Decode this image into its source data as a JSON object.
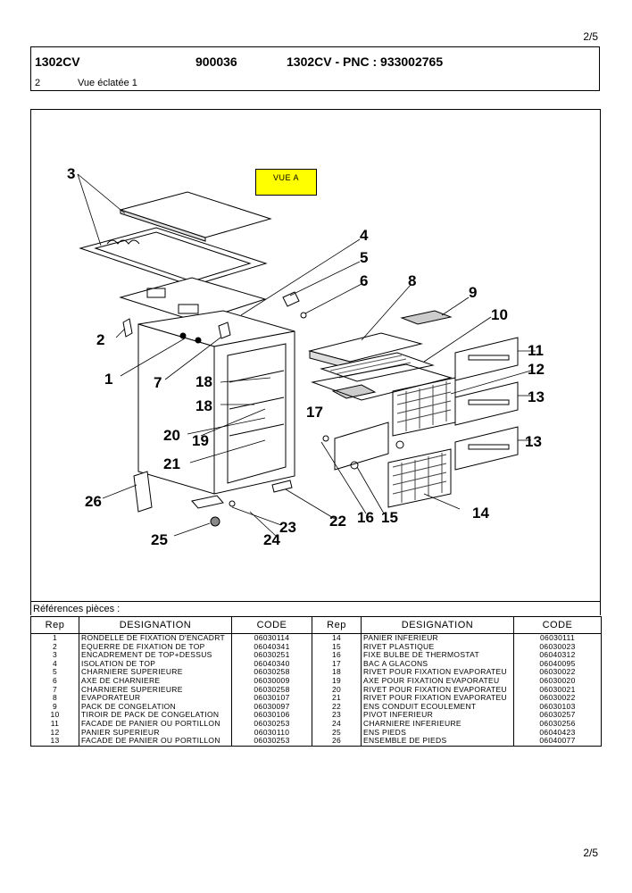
{
  "page": {
    "number": "2/5"
  },
  "header": {
    "model": "1302CV",
    "number": "900036",
    "pnc": "1302CV - PNC : 933002765",
    "section_no": "2",
    "section_title": "Vue éclatée 1"
  },
  "drawing": {
    "view_label": "VUE A",
    "callouts": [
      "3",
      "4",
      "5",
      "6",
      "8",
      "9",
      "10",
      "2",
      "1",
      "7",
      "18",
      "18",
      "17",
      "11",
      "12",
      "13",
      "20",
      "19",
      "21",
      "13",
      "26",
      "14",
      "16",
      "15",
      "22",
      "23",
      "25",
      "24"
    ]
  },
  "references": {
    "title": "Références pièces  :",
    "headers": {
      "rep": "Rep",
      "designation": "DESIGNATION",
      "code": "CODE"
    },
    "rows": [
      {
        "rep1": "1",
        "des1": "RONDELLE DE FIXATION D'ENCADRT",
        "code1": "06030114",
        "rep2": "14",
        "des2": "PANIER INFERIEUR",
        "code2": "06030111"
      },
      {
        "rep1": "2",
        "des1": "EQUERRE DE FIXATION DE TOP",
        "code1": "06040341",
        "rep2": "15",
        "des2": "RIVET PLASTIQUE",
        "code2": "06030023"
      },
      {
        "rep1": "3",
        "des1": "ENCADREMENT DE TOP+DESSUS",
        "code1": "06030251",
        "rep2": "16",
        "des2": "FIXE BULBE DE THERMOSTAT",
        "code2": "06040312"
      },
      {
        "rep1": "4",
        "des1": "ISOLATION DE TOP",
        "code1": "06040340",
        "rep2": "17",
        "des2": "BAC A GLACONS",
        "code2": "06040095"
      },
      {
        "rep1": "5",
        "des1": "CHARNIERE SUPERIEURE",
        "code1": "06030258",
        "rep2": "18",
        "des2": "RIVET POUR FIXATION EVAPORATEU",
        "code2": "06030022"
      },
      {
        "rep1": "6",
        "des1": "AXE DE CHARNIERE",
        "code1": "06030009",
        "rep2": "19",
        "des2": "AXE POUR FIXATION EVAPORATEU",
        "code2": "06030020"
      },
      {
        "rep1": "7",
        "des1": "CHARNIERE SUPERIEURE",
        "code1": "06030258",
        "rep2": "20",
        "des2": "RIVET POUR FIXATION EVAPORATEU",
        "code2": "06030021"
      },
      {
        "rep1": "8",
        "des1": "EVAPORATEUR",
        "code1": "06030107",
        "rep2": "21",
        "des2": "RIVET POUR FIXATION EVAPORATEU",
        "code2": "06030022"
      },
      {
        "rep1": "9",
        "des1": "PACK DE CONGELATION",
        "code1": "06030097",
        "rep2": "22",
        "des2": "ENS CONDUIT ECOULEMENT",
        "code2": "06030103"
      },
      {
        "rep1": "10",
        "des1": "TIROIR DE PACK DE CONGELATION",
        "code1": "06030106",
        "rep2": "23",
        "des2": "PIVOT INFERIEUR",
        "code2": "06030257"
      },
      {
        "rep1": "11",
        "des1": "FACADE DE PANIER OU PORTILLON",
        "code1": "06030253",
        "rep2": "24",
        "des2": "CHARNIERE INFERIEURE",
        "code2": "06030256"
      },
      {
        "rep1": "12",
        "des1": "PANIER SUPERIEUR",
        "code1": "06030110",
        "rep2": "25",
        "des2": "ENS PIEDS",
        "code2": "06040423"
      },
      {
        "rep1": "13",
        "des1": "FACADE DE PANIER OU PORTILLON",
        "code1": "06030253",
        "rep2": "26",
        "des2": "ENSEMBLE DE PIEDS",
        "code2": "06040077"
      }
    ]
  }
}
